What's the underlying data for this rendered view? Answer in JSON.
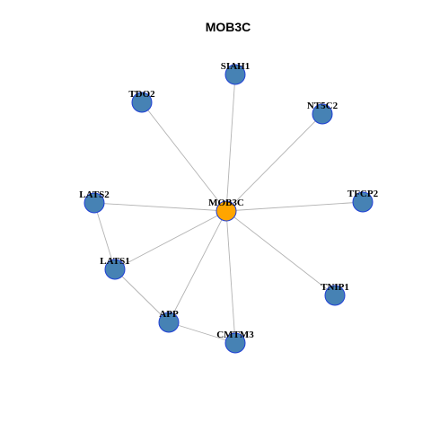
{
  "title": "MOB3C",
  "colors": {
    "hub_fill": "#ffa500",
    "node_fill": "#4682b4",
    "node_stroke": "#1f3fd6",
    "edge": "#b3b3b3",
    "background": "#ffffff"
  },
  "nodes": [
    {
      "id": "MOB3C",
      "label": "MOB3C",
      "hub": true
    },
    {
      "id": "SIAH1",
      "label": "SIAH1",
      "hub": false
    },
    {
      "id": "TDO2",
      "label": "TDO2",
      "hub": false
    },
    {
      "id": "NT5C2",
      "label": "NT5C2",
      "hub": false
    },
    {
      "id": "LATS2",
      "label": "LATS2",
      "hub": false
    },
    {
      "id": "TFCP2",
      "label": "TFCP2",
      "hub": false
    },
    {
      "id": "LATS1",
      "label": "LATS1",
      "hub": false
    },
    {
      "id": "TNIP1",
      "label": "TNIP1",
      "hub": false
    },
    {
      "id": "APP",
      "label": "APP",
      "hub": false
    },
    {
      "id": "CMTM3",
      "label": "CMTM3",
      "hub": false
    }
  ],
  "edges": [
    [
      "MOB3C",
      "SIAH1"
    ],
    [
      "MOB3C",
      "TDO2"
    ],
    [
      "MOB3C",
      "NT5C2"
    ],
    [
      "MOB3C",
      "LATS2"
    ],
    [
      "MOB3C",
      "TFCP2"
    ],
    [
      "MOB3C",
      "LATS1"
    ],
    [
      "MOB3C",
      "TNIP1"
    ],
    [
      "MOB3C",
      "APP"
    ],
    [
      "MOB3C",
      "CMTM3"
    ],
    [
      "LATS2",
      "LATS1"
    ],
    [
      "LATS1",
      "APP"
    ],
    [
      "APP",
      "CMTM3"
    ]
  ]
}
